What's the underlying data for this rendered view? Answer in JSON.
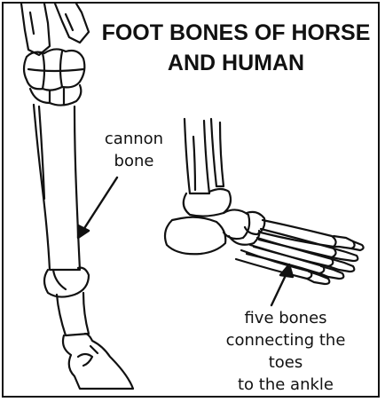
{
  "diagram": {
    "title": {
      "line1": "FOOT BONES OF HORSE",
      "line2": "AND HUMAN"
    },
    "labels": {
      "cannon_line1": "cannon",
      "cannon_line2": "bone",
      "toes_line1": "five bones",
      "toes_line2": "connecting the toes",
      "toes_line3": "to the ankle"
    },
    "colors": {
      "ink": "#111111",
      "background": "#ffffff"
    }
  }
}
